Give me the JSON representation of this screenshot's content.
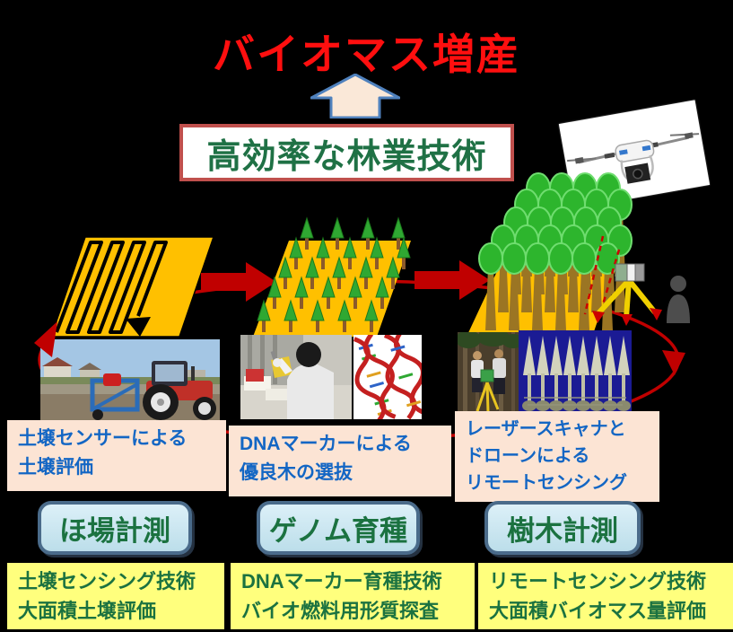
{
  "title": "バイオマス増産",
  "goal": {
    "label": "高効率な林業技術"
  },
  "captions": [
    {
      "lines": [
        "土壌センサーによる",
        "土壌評価"
      ]
    },
    {
      "lines": [
        "DNAマーカーによる",
        "優良木の選抜"
      ]
    },
    {
      "lines": [
        "レーザースキャナと",
        "ドローンによる",
        "リモートセンシング"
      ]
    }
  ],
  "categories": [
    {
      "label": "ほ場計測",
      "tech": [
        "土壌センシング技術",
        "大面積土壌評価"
      ]
    },
    {
      "label": "ゲノム育種",
      "tech": [
        "DNAマーカー育種技術",
        "バイオ燃料用形質探査"
      ]
    },
    {
      "label": "樹木計測",
      "tech": [
        "リモートセンシング技術",
        "大面積バイオマス量評価"
      ]
    }
  ],
  "icons": {
    "up_arrow": "block-arrow-up",
    "flow_arrow": "block-arrow-right",
    "cycle": "clockwise-cycle-ellipse",
    "drone": "quadcopter-drone",
    "laser_scanner": "laser-scanner-on-tripod",
    "surveyor": "person-silhouette"
  },
  "colors": {
    "background": "#000000",
    "title_red": "#FF0F0F",
    "goal_border": "#C0504D",
    "goal_text_green": "#1F7145",
    "field_yellow": "#FFC000",
    "flow_arrow_red": "#C00000",
    "caption_bg": "#FCE4D4",
    "caption_text_blue": "#1366C4",
    "stage_bg": "#C2E3EF",
    "stage_border": "#4A6B8A",
    "tech_bg": "#FFFF7D",
    "tech_text_green": "#1B7240"
  }
}
